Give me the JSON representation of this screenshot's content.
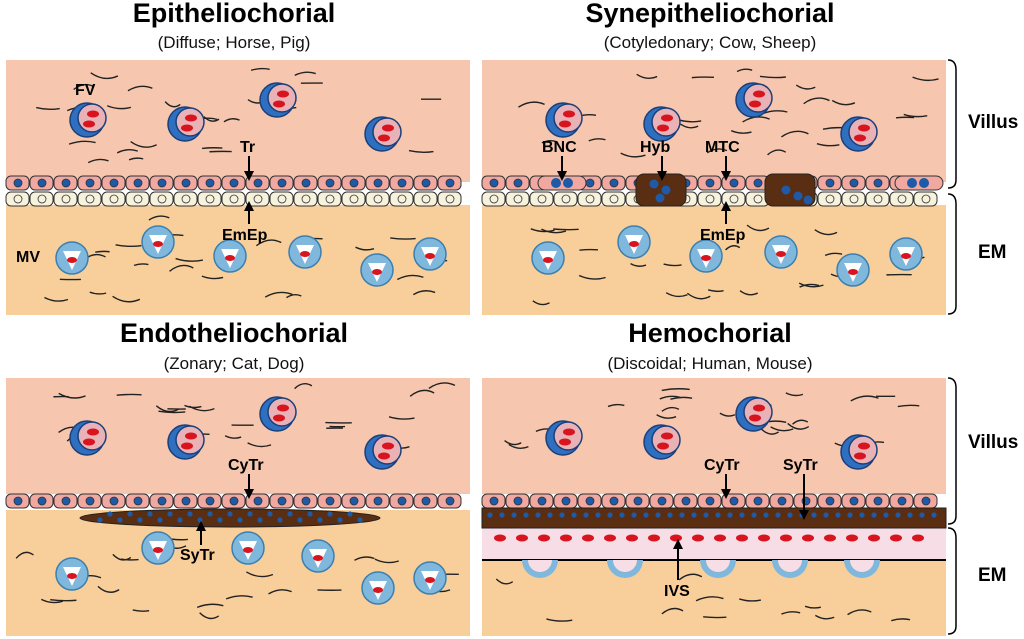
{
  "panels": [
    {
      "title": "Epitheliochorial",
      "subtitle": "(Diffuse; Horse, Pig)"
    },
    {
      "title": "Synepitheliochorial",
      "subtitle": "(Cotyledonary; Cow, Sheep)"
    },
    {
      "title": "Endotheliochorial",
      "subtitle": "(Zonary; Cat, Dog)"
    },
    {
      "title": "Hemochorial",
      "subtitle": "(Discoidal; Human, Mouse)"
    }
  ],
  "side_labels": {
    "villus_top": "Villus",
    "em_top": "EM",
    "villus_bottom": "Villus",
    "em_bottom": "EM"
  },
  "labels": {
    "fv": "FV",
    "tr": "Tr",
    "emep": "EmEp",
    "mv": "MV",
    "bnc": "BNC",
    "hyb": "Hyb",
    "mtc": "MTC",
    "emep2": "EmEp",
    "cytr": "CyTr",
    "sytr": "SyTr",
    "cytr2": "CyTr",
    "sytr2": "SyTr",
    "ivs": "IVS"
  },
  "colors": {
    "villus": "#f6c7ae",
    "em": "#f8cf9a",
    "troph": "#f0a8a0",
    "emep": "#f6f2dc",
    "nucleus": "#1e5aa8",
    "syncytium": "#5a2e12",
    "rbc": "#d8141e",
    "fetal_vessel": "#e8b2b6",
    "maternal_vessel": "#7fb8dc",
    "ivs": "#f7dde6"
  }
}
